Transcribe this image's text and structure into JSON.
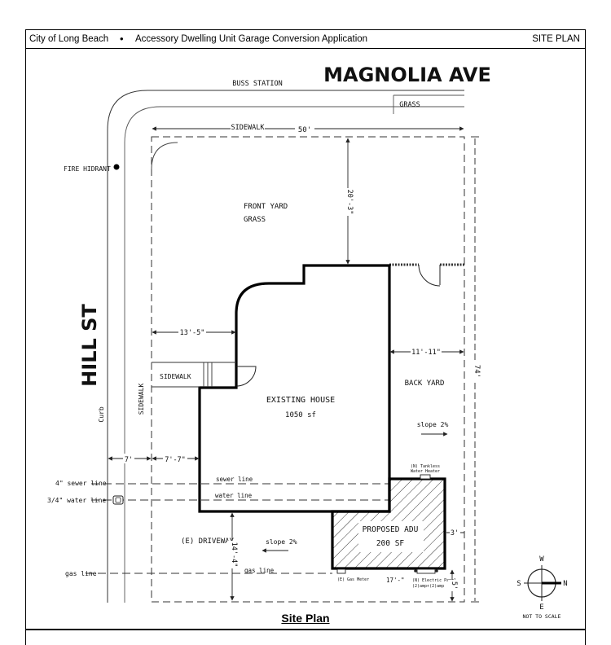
{
  "header": {
    "org": "City of Long Beach",
    "separator": "•",
    "application": "Accessory Dwelling Unit Garage Conversion Application",
    "section": "SITE PLAN"
  },
  "caption": "Site Plan",
  "streets": {
    "north": "MAGNOLIA AVE",
    "west": "HILL ST"
  },
  "labels": {
    "buss_station": "BUSS STATION",
    "grass_strip": "GRASS",
    "fire_hydrant": "FIRE HIDRANT",
    "curb": "Curb",
    "sidewalk_vertical": "SIDEWALK",
    "sidewalk_top": "SIDEWALK",
    "sidewalk_side": "SIDEWALK",
    "front_yard_1": "FRONT YARD",
    "front_yard_2": "GRASS",
    "back_yard": "BACK YARD",
    "existing_house_1": "EXISTING HOUSE",
    "existing_house_2": "1050 sf",
    "proposed_adu_1": "PROPOSED ADU",
    "proposed_adu_2": "200 SF",
    "driveway": "(E) DRIVEWAY",
    "slope_back": "slope 2%",
    "slope_drive": "slope 2%",
    "sewer_line_left": "4\" sewer line",
    "water_line_left": "3/4\" water line",
    "gas_line_left": "gas line",
    "sewer_line_inner": "sewer line",
    "water_line_inner": "water line",
    "gas_line_inner": "gas line",
    "water_heater_1": "(N) Tankless",
    "water_heater_2": "Water Heater",
    "gas_meter": "(E) Gas Meter",
    "electric_panel_1": "(N) Electric Panel",
    "electric_panel_2": "(2)amp+(2)amp",
    "not_to_scale": "NOT TO SCALE"
  },
  "dimensions": {
    "lot_width": "50'",
    "front_setback": "20'-3\"",
    "side_13_5": "13'-5\"",
    "back_11_11": "11'-11\"",
    "lot_depth": "74'",
    "curb_7": "7'",
    "walk_7_7": "7'-7\"",
    "adu_side_3": "3'",
    "bottom_5": "5'",
    "driveway_14_4": "14'-4\"",
    "bottom_17": "17'-\""
  },
  "compass": {
    "north_top": "W",
    "west_left": "S",
    "east_right": "N",
    "south_bottom": "E"
  }
}
